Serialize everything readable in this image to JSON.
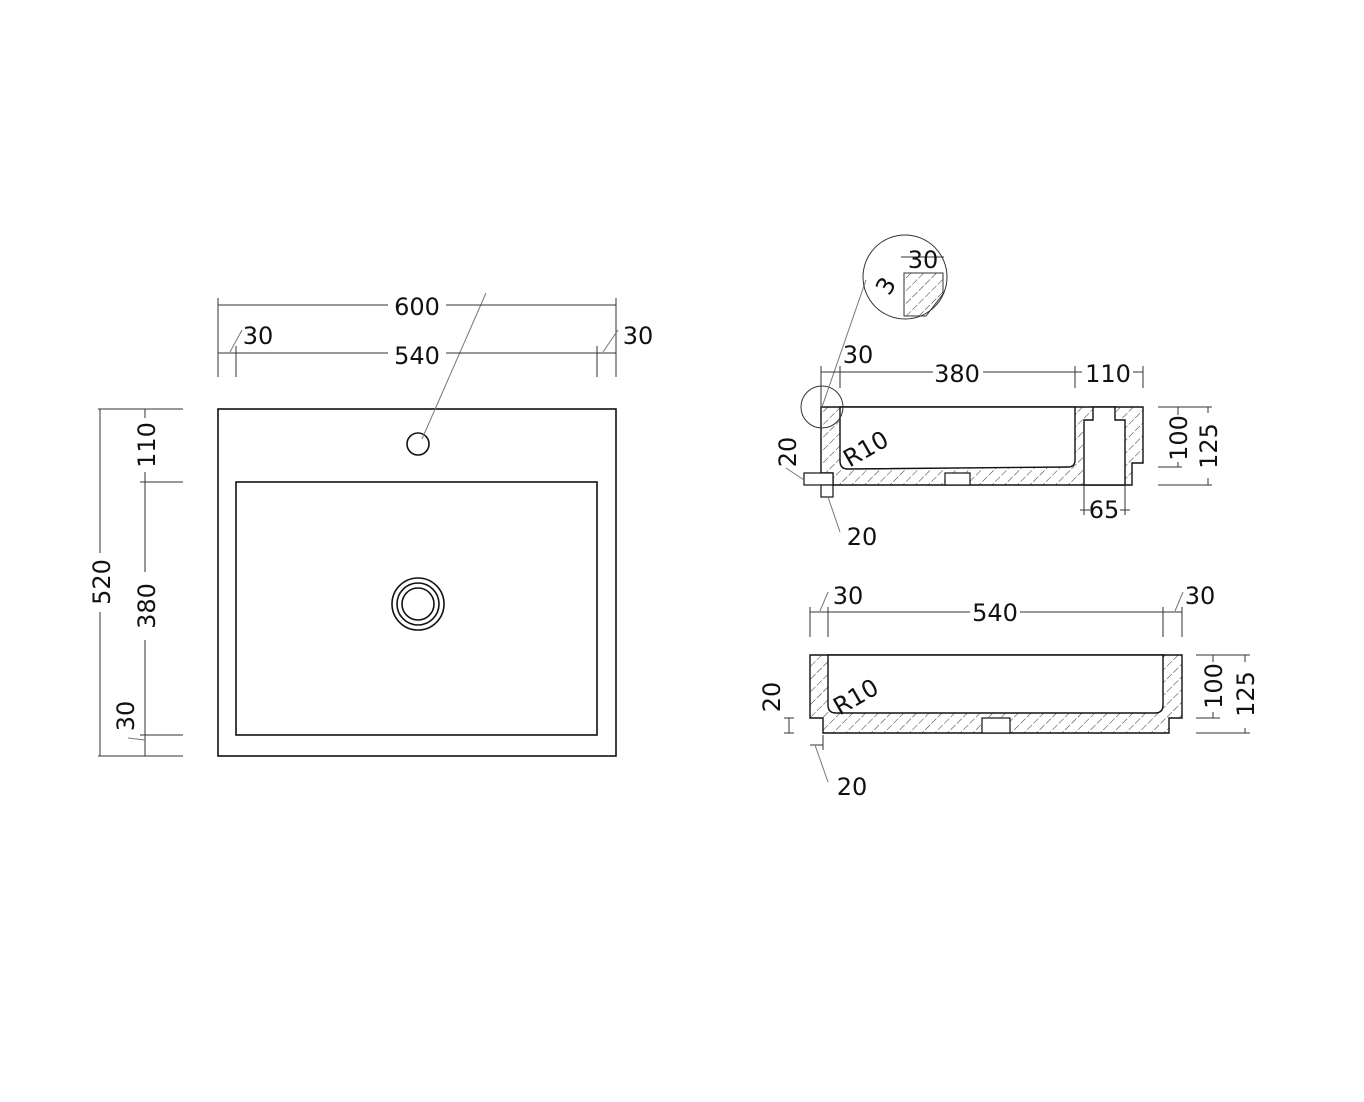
{
  "plan_view": {
    "overall_width": "600",
    "inner_width": "540",
    "left_rim": "30",
    "right_rim": "30",
    "overall_depth": "520",
    "back_deck": "110",
    "basin_depth": "380",
    "front_rim": "30"
  },
  "section_side": {
    "detail_width": "30",
    "detail_chamfer": "3",
    "left_wall": "30",
    "basin_length": "380",
    "deck_length": "110",
    "radius": "R10",
    "inner_height": "100",
    "overall_height": "125",
    "foot_height": "20",
    "foot_inset": "20",
    "overflow_width": "65"
  },
  "section_front": {
    "left_wall": "30",
    "inner_width": "540",
    "right_wall": "30",
    "radius": "R10",
    "inner_height": "100",
    "overall_height": "125",
    "foot_height": "20",
    "foot_inset": "20"
  },
  "colors": {
    "line": "#111111",
    "background": "#ffffff"
  }
}
